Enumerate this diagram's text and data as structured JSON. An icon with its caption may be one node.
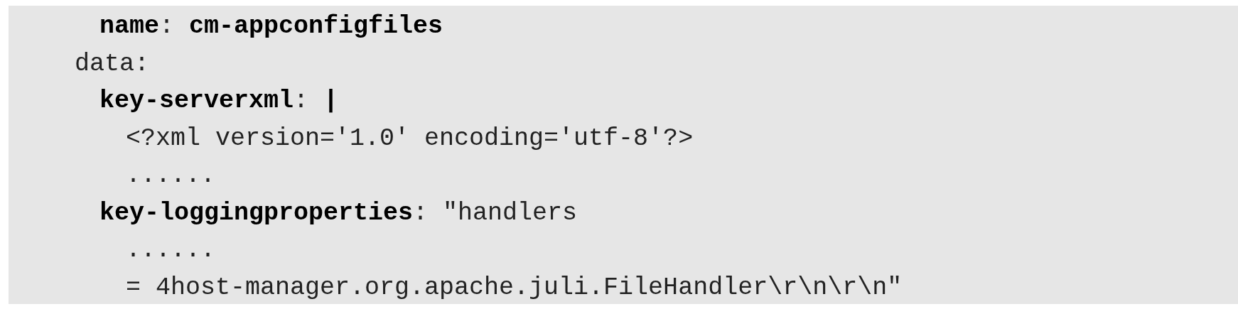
{
  "diagram": {
    "labels": [
      "**name**: **cm-appconfigfiles**",
      "data:",
      "**key-serverxml**: **|**",
      "<?xml version='1.0' encoding='utf-8'?>",
      "......",
      "**key-loggingproperties**: \"handlers",
      "......",
      "= 4host-manager.org.apache.juli.FileHandler\\r\\n\\r\\n\""
    ]
  }
}
